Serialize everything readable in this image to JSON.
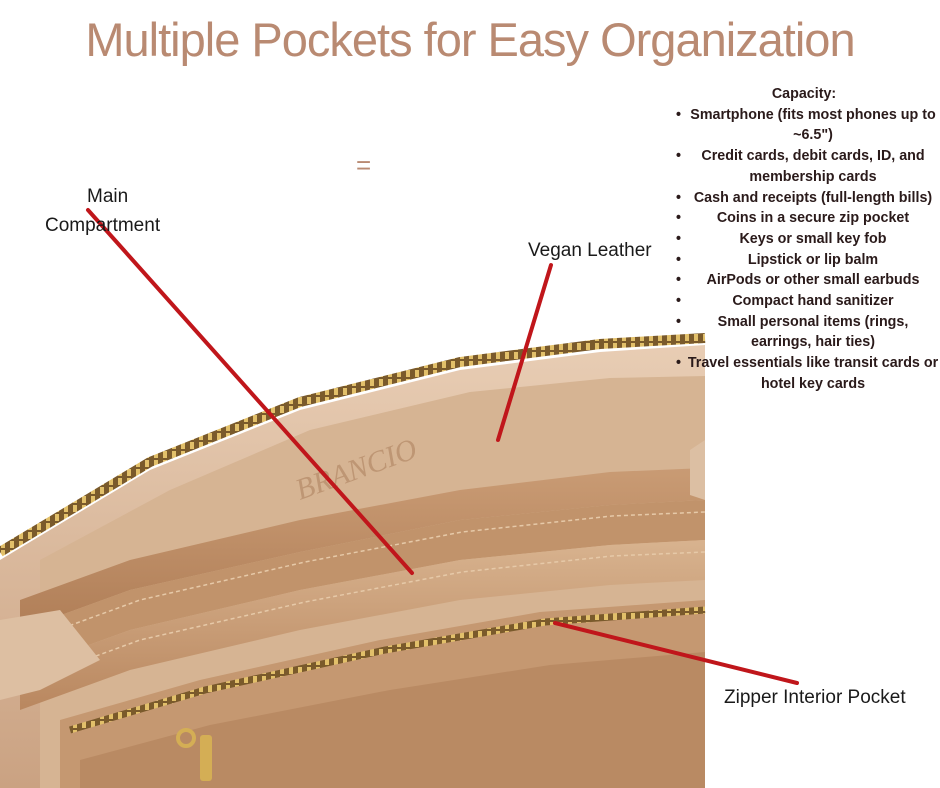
{
  "title": "Multiple Pockets for Easy Organization",
  "equals_symbol": "=",
  "callouts": {
    "main_compartment_line1": "Main",
    "main_compartment_line2": "Compartment",
    "vegan_leather": "Vegan Leather",
    "zipper_interior_pocket": "Zipper Interior Pocket"
  },
  "capacity": {
    "heading": "Capacity:",
    "items": [
      "Smartphone (fits most phones up to ~6.5\")",
      "Credit cards, debit cards, ID, and membership cards",
      "Cash and receipts (full-length bills)",
      "Coins in a secure zip pocket",
      "Keys or small key fob",
      "Lipstick or lip balm",
      "AirPods or other small earbuds",
      "Compact hand sanitizer",
      "Small personal items (rings, earrings, hair ties)",
      "Travel essentials like transit cards or hotel key cards"
    ]
  },
  "brand_logo_text": "BRANCIO",
  "colors": {
    "title": "#b98a72",
    "arrow": "#c0161b",
    "leather_light": "#d9b596",
    "leather_dark": "#b3845f",
    "zipper_gold": "#c9a24a"
  }
}
